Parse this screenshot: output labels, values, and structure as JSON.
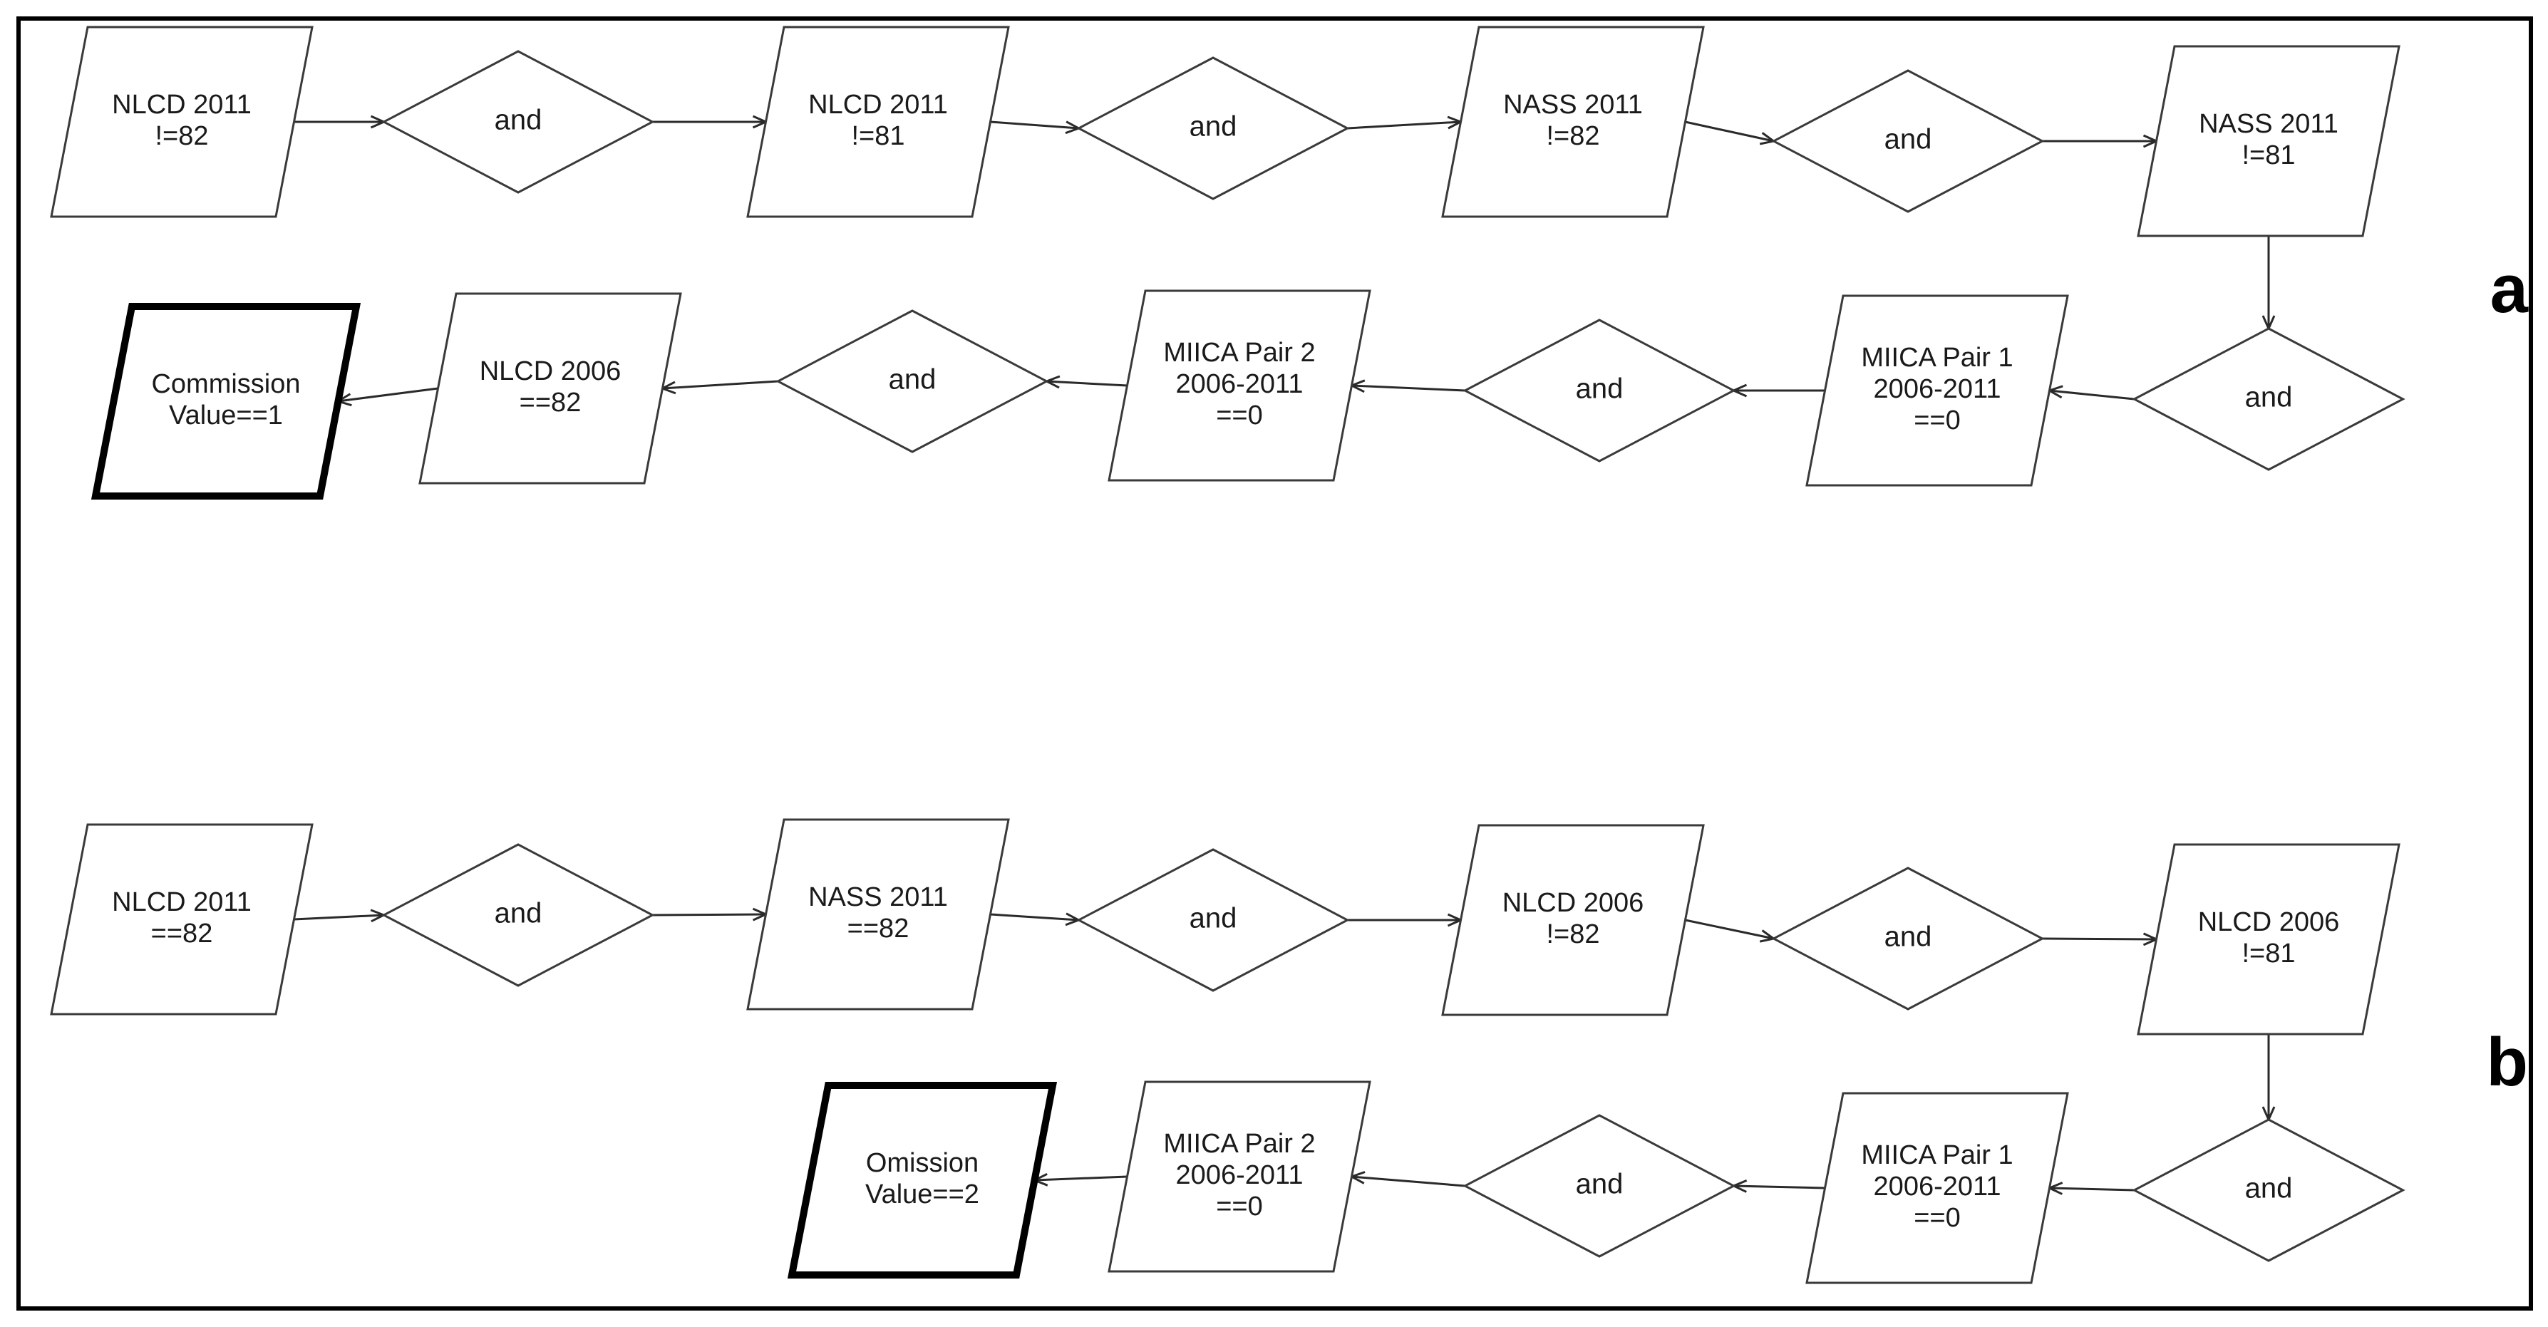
{
  "panels": [
    {
      "id": "a",
      "label": "a",
      "nodes": [
        {
          "id": "a1",
          "kind": "data",
          "lines": [
            "NLCD 2011",
            "!=82"
          ]
        },
        {
          "id": "a2",
          "kind": "op",
          "lines": [
            "and"
          ]
        },
        {
          "id": "a3",
          "kind": "data",
          "lines": [
            "NLCD 2011",
            "!=81"
          ]
        },
        {
          "id": "a4",
          "kind": "op",
          "lines": [
            "and"
          ]
        },
        {
          "id": "a5",
          "kind": "data",
          "lines": [
            "NASS 2011",
            "!=82"
          ]
        },
        {
          "id": "a6",
          "kind": "op",
          "lines": [
            "and"
          ]
        },
        {
          "id": "a7",
          "kind": "data",
          "lines": [
            "NASS 2011",
            "!=81"
          ]
        },
        {
          "id": "a8",
          "kind": "op",
          "lines": [
            "and"
          ]
        },
        {
          "id": "a9",
          "kind": "data",
          "lines": [
            "MIICA Pair 1",
            "2006-2011",
            "==0"
          ]
        },
        {
          "id": "a10",
          "kind": "op",
          "lines": [
            "and"
          ]
        },
        {
          "id": "a11",
          "kind": "data",
          "lines": [
            "MIICA Pair 2",
            "2006-2011",
            "==0"
          ]
        },
        {
          "id": "a12",
          "kind": "op",
          "lines": [
            "and"
          ]
        },
        {
          "id": "a13",
          "kind": "data",
          "lines": [
            "NLCD 2006",
            "==82"
          ]
        },
        {
          "id": "a14",
          "kind": "result",
          "lines": [
            "Commission",
            "Value==1"
          ]
        }
      ],
      "edges": [
        {
          "from": "a1",
          "to": "a2"
        },
        {
          "from": "a2",
          "to": "a3"
        },
        {
          "from": "a3",
          "to": "a4"
        },
        {
          "from": "a4",
          "to": "a5"
        },
        {
          "from": "a5",
          "to": "a6"
        },
        {
          "from": "a6",
          "to": "a7"
        },
        {
          "from": "a7",
          "to": "a8"
        },
        {
          "from": "a8",
          "to": "a9"
        },
        {
          "from": "a9",
          "to": "a10"
        },
        {
          "from": "a10",
          "to": "a11"
        },
        {
          "from": "a11",
          "to": "a12"
        },
        {
          "from": "a12",
          "to": "a13"
        },
        {
          "from": "a13",
          "to": "a14"
        }
      ]
    },
    {
      "id": "b",
      "label": "b",
      "nodes": [
        {
          "id": "b1",
          "kind": "data",
          "lines": [
            "NLCD 2011",
            "==82"
          ]
        },
        {
          "id": "b2",
          "kind": "op",
          "lines": [
            "and"
          ]
        },
        {
          "id": "b3",
          "kind": "data",
          "lines": [
            "NASS 2011",
            "==82"
          ]
        },
        {
          "id": "b4",
          "kind": "op",
          "lines": [
            "and"
          ]
        },
        {
          "id": "b5",
          "kind": "data",
          "lines": [
            "NLCD 2006",
            "!=82"
          ]
        },
        {
          "id": "b6",
          "kind": "op",
          "lines": [
            "and"
          ]
        },
        {
          "id": "b7",
          "kind": "data",
          "lines": [
            "NLCD 2006",
            "!=81"
          ]
        },
        {
          "id": "b8",
          "kind": "op",
          "lines": [
            "and"
          ]
        },
        {
          "id": "b9",
          "kind": "data",
          "lines": [
            "MIICA Pair 1",
            "2006-2011",
            "==0"
          ]
        },
        {
          "id": "b10",
          "kind": "op",
          "lines": [
            "and"
          ]
        },
        {
          "id": "b11",
          "kind": "data",
          "lines": [
            "MIICA Pair 2",
            "2006-2011",
            "==0"
          ]
        },
        {
          "id": "b12",
          "kind": "result",
          "lines": [
            "Omission",
            "Value==2"
          ]
        }
      ],
      "edges": [
        {
          "from": "b1",
          "to": "b2"
        },
        {
          "from": "b2",
          "to": "b3"
        },
        {
          "from": "b3",
          "to": "b4"
        },
        {
          "from": "b4",
          "to": "b5"
        },
        {
          "from": "b5",
          "to": "b6"
        },
        {
          "from": "b6",
          "to": "b7"
        },
        {
          "from": "b7",
          "to": "b8"
        },
        {
          "from": "b8",
          "to": "b9"
        },
        {
          "from": "b9",
          "to": "b10"
        },
        {
          "from": "b10",
          "to": "b11"
        },
        {
          "from": "b11",
          "to": "b12"
        }
      ]
    }
  ]
}
